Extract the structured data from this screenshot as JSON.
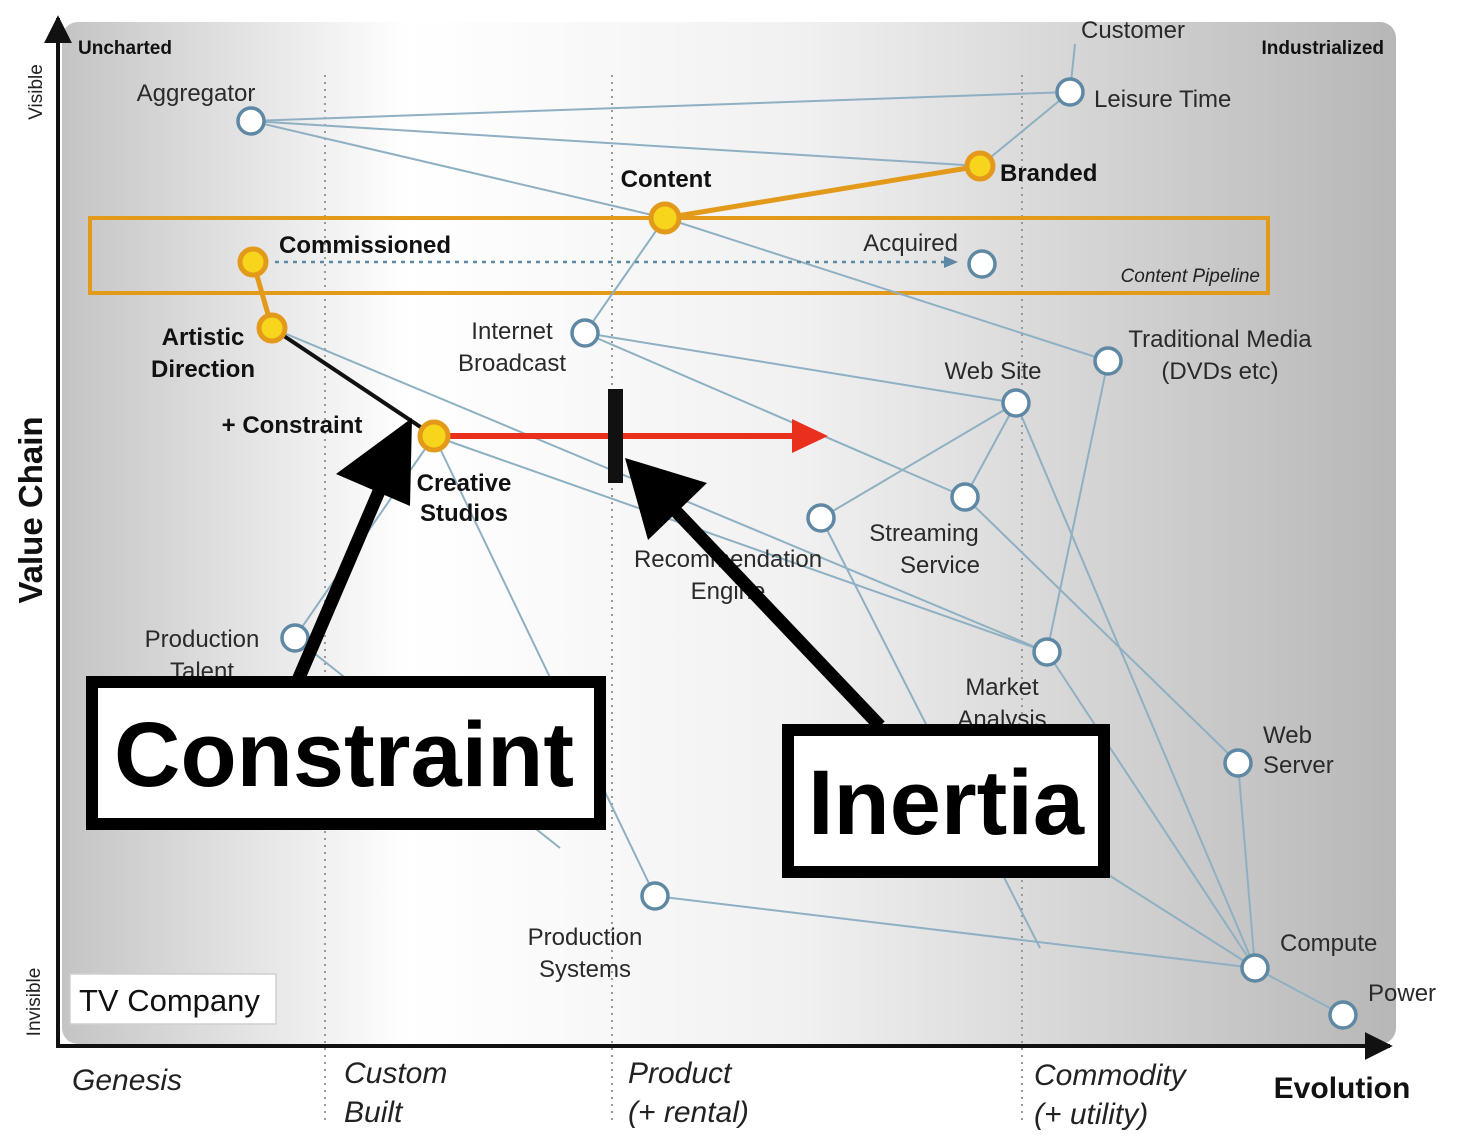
{
  "map": {
    "corners": {
      "top_left": "Uncharted",
      "top_right": "Industrialized"
    },
    "y_axis": {
      "label": "Value Chain",
      "top": "Visible",
      "bottom": "Invisible"
    },
    "x_axis": {
      "label": "Evolution"
    },
    "stages": [
      {
        "line1": "Genesis",
        "line2": ""
      },
      {
        "line1": "Custom",
        "line2": "Built"
      },
      {
        "line1": "Product",
        "line2": "(+ rental)"
      },
      {
        "line1": "Commodity",
        "line2": "(+ utility)"
      }
    ],
    "company": "TV Company",
    "pipeline_label": "Content Pipeline",
    "constraint_note": "+ Constraint",
    "callouts": {
      "constraint": "Constraint",
      "inertia": "Inertia"
    },
    "colors": {
      "link": "#8fb0c2",
      "node_stroke": "#5e88a4",
      "highlight_fill": "#f7d51d",
      "highlight_stroke": "#e39a1a",
      "movement_arrow": "#e8301c",
      "pipeline_box": "#e39a1a"
    }
  },
  "components": [
    {
      "id": "customer",
      "label": "Customer",
      "highlight": false
    },
    {
      "id": "leisure",
      "label": "Leisure Time",
      "highlight": false
    },
    {
      "id": "aggregator",
      "label": "Aggregator",
      "highlight": false
    },
    {
      "id": "branded",
      "label": "Branded",
      "highlight": true
    },
    {
      "id": "content",
      "label": "Content",
      "highlight": true
    },
    {
      "id": "commissioned",
      "label": "Commissioned",
      "highlight": true
    },
    {
      "id": "acquired",
      "label": "Acquired",
      "highlight": false
    },
    {
      "id": "artistic",
      "label": "Artistic Direction",
      "highlight": true
    },
    {
      "id": "internet",
      "label": "Internet Broadcast",
      "highlight": false
    },
    {
      "id": "tradmedia",
      "label": "Traditional Media (DVDs etc)",
      "highlight": false
    },
    {
      "id": "website",
      "label": "Web Site",
      "highlight": false
    },
    {
      "id": "creative",
      "label": "Creative Studios",
      "highlight": true
    },
    {
      "id": "streaming",
      "label": "Streaming Service",
      "highlight": false
    },
    {
      "id": "recommend",
      "label": "Recommendation Engine",
      "highlight": false
    },
    {
      "id": "talent",
      "label": "Production Talent",
      "highlight": false
    },
    {
      "id": "market",
      "label": "Market Analysis",
      "highlight": false
    },
    {
      "id": "webserver",
      "label": "Web Server",
      "highlight": false
    },
    {
      "id": "prodsys",
      "label": "Production Systems",
      "highlight": false
    },
    {
      "id": "compute",
      "label": "Compute",
      "highlight": false
    },
    {
      "id": "power",
      "label": "Power",
      "highlight": false
    }
  ]
}
